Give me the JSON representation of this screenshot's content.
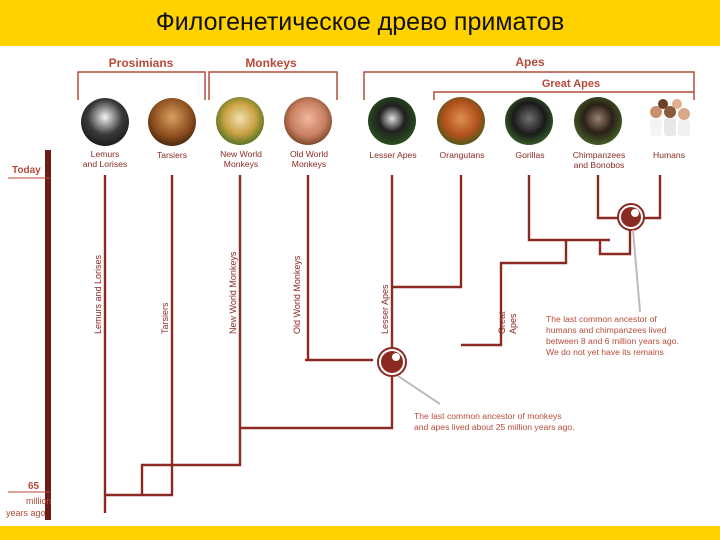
{
  "slide": {
    "title": "Филогенетическое древо приматов"
  },
  "groups": {
    "prosimians": "Prosimians",
    "monkeys": "Monkeys",
    "apes": "Apes",
    "great_apes": "Great Apes"
  },
  "species": [
    {
      "name_line1": "Lemurs",
      "name_line2": "and Lorises",
      "branch_label": "Lemurs and Lorises"
    },
    {
      "name_line1": "Tarsiers",
      "name_line2": "",
      "branch_label": "Tarsiers"
    },
    {
      "name_line1": "New World",
      "name_line2": "Monkeys",
      "branch_label": "New World Monkeys"
    },
    {
      "name_line1": "Old World",
      "name_line2": "Monkeys",
      "branch_label": "Old World Monkeys"
    },
    {
      "name_line1": "Lesser Apes",
      "name_line2": "",
      "branch_label": "Lesser Apes"
    },
    {
      "name_line1": "Orangutans",
      "name_line2": "",
      "branch_label": ""
    },
    {
      "name_line1": "Gorillas",
      "name_line2": "",
      "branch_label": ""
    },
    {
      "name_line1": "Chimpanzees",
      "name_line2": "and Bonobos",
      "branch_label": ""
    },
    {
      "name_line1": "Humans",
      "name_line2": "",
      "branch_label": ""
    }
  ],
  "great_apes_branch_label": {
    "line1": "Great",
    "line2": "Apes"
  },
  "timeline": {
    "today": "Today",
    "mark_value": "65",
    "mark_unit_line1": "million",
    "mark_unit_line2": "years ago"
  },
  "annotations": {
    "humans_chimps": [
      "The last common ancestor of",
      "humans and chimpanzees lived",
      "between 8 and 6 million years ago.",
      "We do not yet have its remains"
    ],
    "monkeys_apes": [
      "The last common ancestor of monkeys",
      "and apes lived about 25 million years ago."
    ]
  },
  "colors": {
    "title_bar": "#ffd200",
    "branch": "#8a2a22",
    "label": "#b84a3a",
    "timeline": "#6e1d16"
  }
}
